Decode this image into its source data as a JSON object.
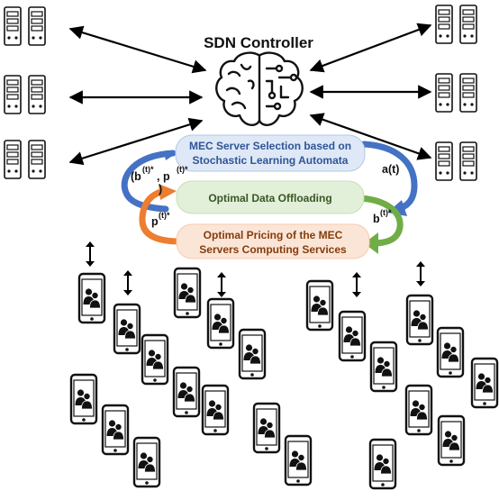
{
  "controller": {
    "title": "SDN Controller",
    "icon": "brain-chip-icon"
  },
  "boxes": {
    "selection": {
      "line1": "MEC Server Selection based on",
      "line2": "Stochastic Learning Automata",
      "fill": "#dfe8f6",
      "text_color": "#2f5597"
    },
    "offloading": {
      "line1": "Optimal Data Offloading",
      "fill": "#e2efd9",
      "text_color": "#385723"
    },
    "pricing": {
      "line1": "Optimal Pricing of the MEC",
      "line2": "Servers Computing Services",
      "fill": "#fbe5d6",
      "text_color": "#843c0c"
    }
  },
  "labels": {
    "b_base": "(b",
    "b_sup": "(t)*",
    "p_comma": ", p",
    "p_sup": "(t)*",
    "close": ")",
    "a_t": "a(t)",
    "b_right": "b",
    "b_right_sup": "(t)*",
    "p_left": "p",
    "p_left_sup": "(t)*"
  },
  "colors": {
    "blue_arrow": "#4472c4",
    "green_arrow": "#70ad47",
    "orange_arrow": "#ed7d31",
    "line": "#000000"
  },
  "icons": {
    "server": "server-tower-icon",
    "phone": "smartphone-users-icon",
    "updown": "up-down-arrow-icon"
  }
}
